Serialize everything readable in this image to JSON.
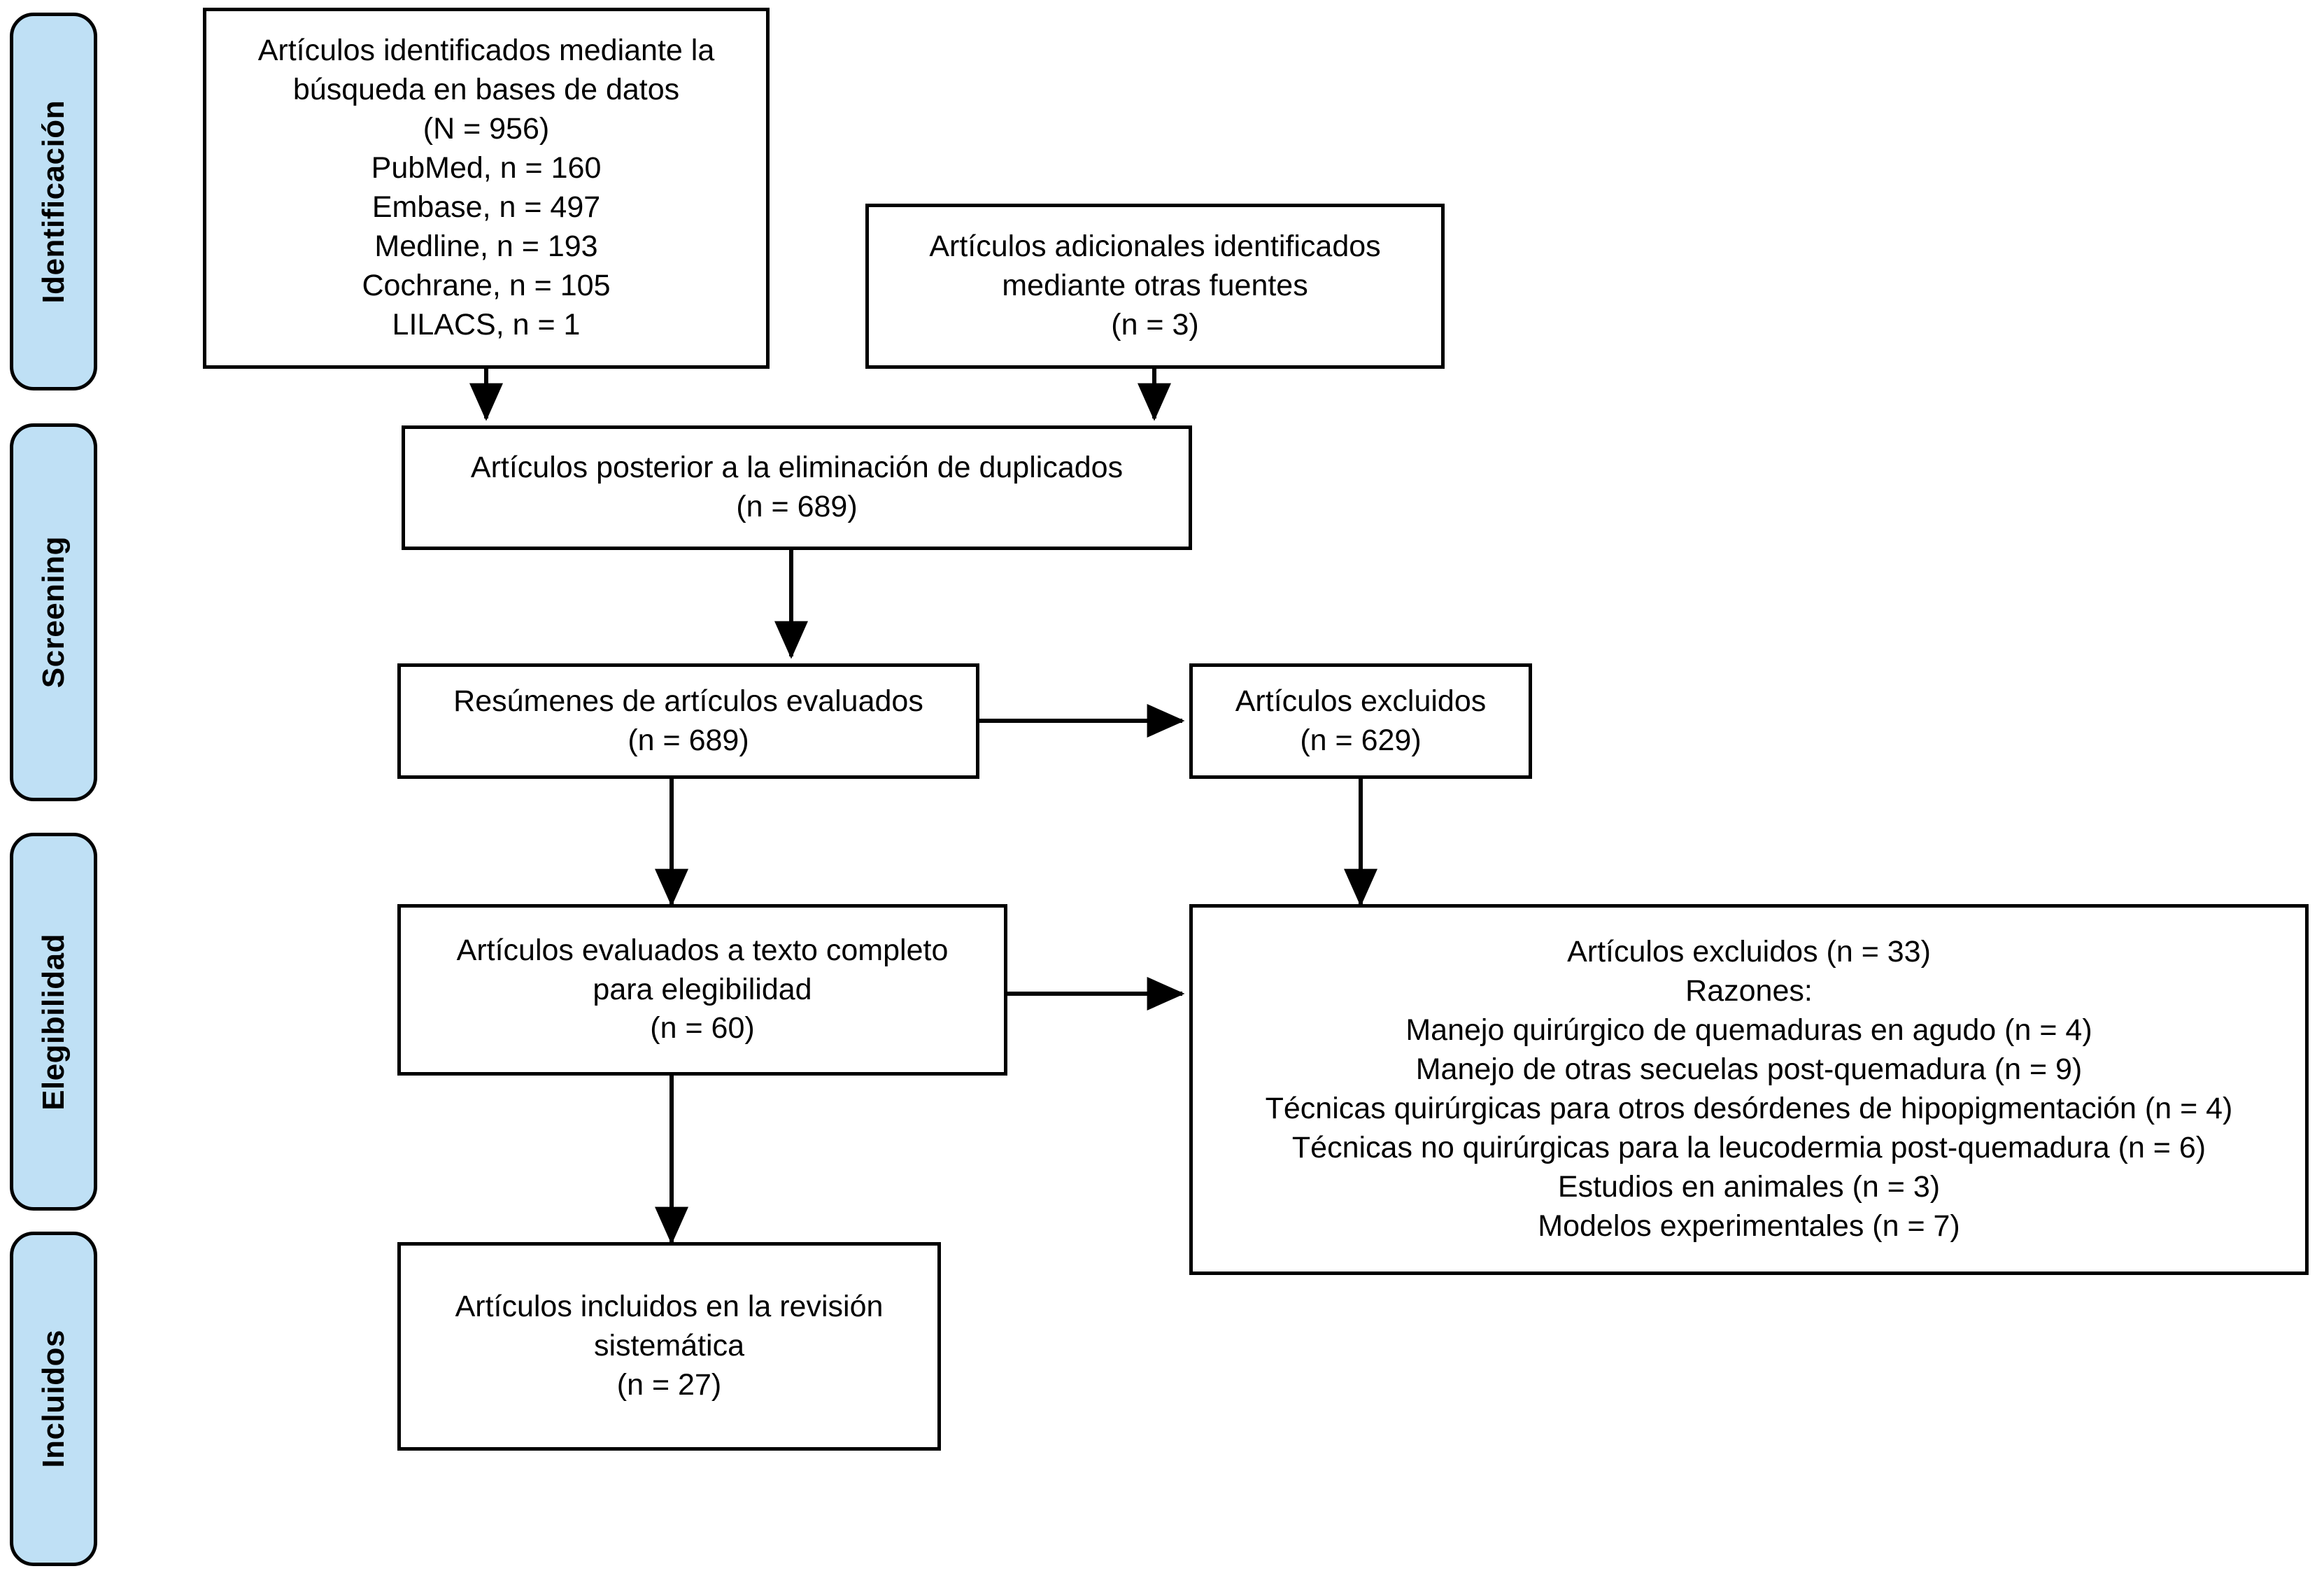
{
  "diagram": {
    "title": "PRISMA flow diagram",
    "language": "es",
    "colors": {
      "stage_pill_fill": "#BFE0F5",
      "stroke": "#000000",
      "box_fill": "#FFFFFF",
      "background": "#FFFFFF"
    }
  },
  "stages": [
    {
      "id": "identificacion",
      "label": "Identificación"
    },
    {
      "id": "screening",
      "label": "Screening"
    },
    {
      "id": "elegibilidad",
      "label": "Elegibilidad"
    },
    {
      "id": "incluidos",
      "label": "Incluidos"
    }
  ],
  "boxes": {
    "records_identified": {
      "lines": [
        "Artículos identificados mediante la",
        "búsqueda en bases de datos",
        "(N = 956)",
        "PubMed, n = 160",
        "Embase, n = 497",
        "Medline, n = 193",
        "Cochrane, n = 105",
        "LILACS, n = 1"
      ]
    },
    "additional_records": {
      "lines": [
        "Artículos adicionales identificados",
        "mediante otras fuentes",
        "(n = 3)"
      ]
    },
    "after_duplicates": {
      "lines": [
        "Artículos posterior a la eliminación de duplicados",
        "(n = 689)"
      ]
    },
    "abstracts_screened": {
      "lines": [
        "Resúmenes de artículos evaluados",
        "(n = 689)"
      ]
    },
    "records_excluded": {
      "lines": [
        "Artículos excluidos",
        "(n = 629)"
      ]
    },
    "fulltext_assessed": {
      "lines": [
        "Artículos evaluados a texto completo",
        "para elegibilidad",
        "(n = 60)"
      ]
    },
    "fulltext_excluded": {
      "lines": [
        "Artículos excluidos (n = 33)",
        "Razones:",
        "Manejo quirúrgico de quemaduras en agudo (n = 4)",
        "Manejo de otras secuelas post-quemadura (n = 9)",
        "Técnicas quirúrgicas para otros desórdenes de hipopigmentación (n = 4)",
        "Técnicas no quirúrgicas para la leucodermia post-quemadura (n = 6)",
        "Estudios en animales (n = 3)",
        "Modelos experimentales (n = 7)"
      ]
    },
    "studies_included": {
      "lines": [
        "Artículos incluidos en la revisión",
        "sistemática",
        "(n = 27)"
      ]
    }
  },
  "chart_data": {
    "type": "flowchart",
    "title": "PRISMA flow diagram",
    "nodes": [
      {
        "id": "records_identified",
        "stage": "Identificación",
        "n": 956,
        "sources": [
          {
            "name": "PubMed",
            "n": 160
          },
          {
            "name": "Embase",
            "n": 497
          },
          {
            "name": "Medline",
            "n": 193
          },
          {
            "name": "Cochrane",
            "n": 105
          },
          {
            "name": "LILACS",
            "n": 1
          }
        ]
      },
      {
        "id": "additional_records",
        "stage": "Identificación",
        "n": 3
      },
      {
        "id": "after_duplicates",
        "stage": "Screening",
        "n": 689
      },
      {
        "id": "abstracts_screened",
        "stage": "Screening",
        "n": 689
      },
      {
        "id": "records_excluded",
        "stage": "Screening",
        "n": 629
      },
      {
        "id": "fulltext_assessed",
        "stage": "Elegibilidad",
        "n": 60
      },
      {
        "id": "fulltext_excluded",
        "stage": "Elegibilidad",
        "n": 33,
        "reasons": [
          {
            "reason": "Manejo quirúrgico de quemaduras en agudo",
            "n": 4
          },
          {
            "reason": "Manejo de otras secuelas post-quemadura",
            "n": 9
          },
          {
            "reason": "Técnicas quirúrgicas para otros desórdenes de hipopigmentación",
            "n": 4
          },
          {
            "reason": "Técnicas no quirúrgicas para la leucodermia post-quemadura",
            "n": 6
          },
          {
            "reason": "Estudios en animales",
            "n": 3
          },
          {
            "reason": "Modelos experimentales",
            "n": 7
          }
        ]
      },
      {
        "id": "studies_included",
        "stage": "Incluidos",
        "n": 27
      }
    ],
    "edges": [
      {
        "from": "records_identified",
        "to": "after_duplicates"
      },
      {
        "from": "additional_records",
        "to": "after_duplicates"
      },
      {
        "from": "after_duplicates",
        "to": "abstracts_screened"
      },
      {
        "from": "abstracts_screened",
        "to": "records_excluded"
      },
      {
        "from": "abstracts_screened",
        "to": "fulltext_assessed"
      },
      {
        "from": "records_excluded",
        "to": "fulltext_excluded"
      },
      {
        "from": "fulltext_assessed",
        "to": "fulltext_excluded"
      },
      {
        "from": "fulltext_assessed",
        "to": "studies_included"
      }
    ]
  }
}
